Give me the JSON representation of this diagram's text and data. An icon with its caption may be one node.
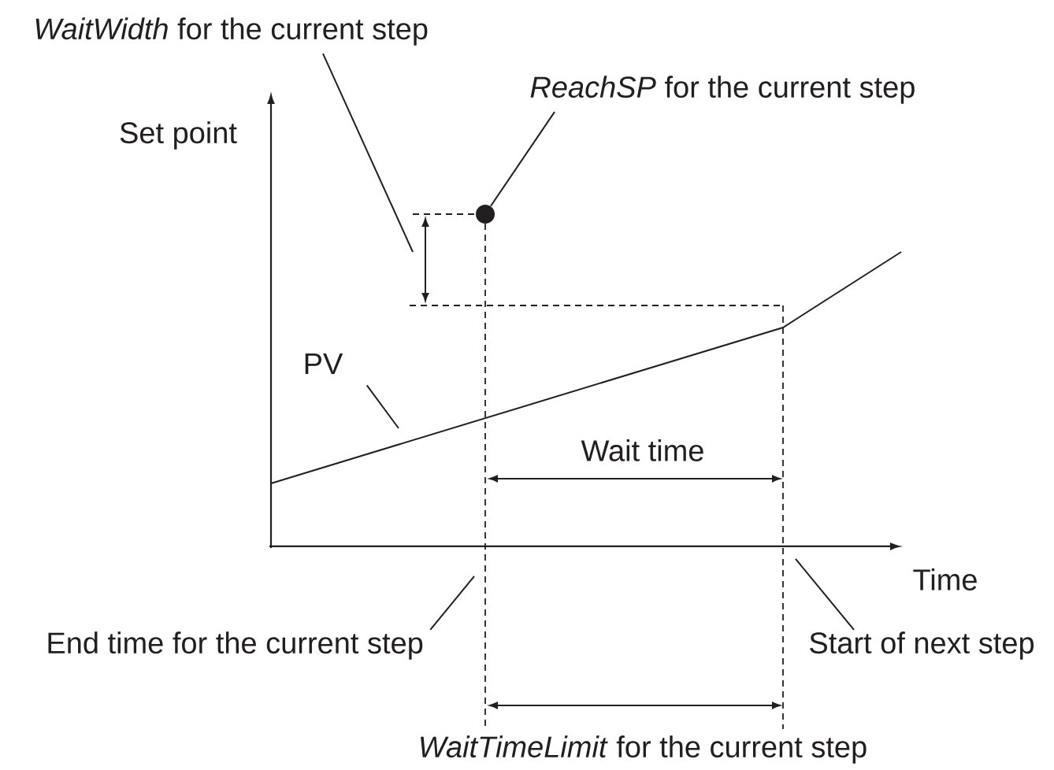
{
  "diagram": {
    "nodes": [
      {
        "text": [
          "*WaitWidth* for the current step"
        ]
      },
      {
        "text": [
          "*ReachSP* for the current step"
        ]
      },
      {
        "text": [],
        "shape": "circle"
      },
      {
        "text": [
          "PV"
        ]
      },
      {
        "text": [
          "End time for the current step"
        ]
      },
      {
        "text": [
          "Start of next step"
        ]
      }
    ],
    "edges": [
      {
        "from": 0,
        "to": null,
        "arrow": "none"
      },
      {
        "from": 1,
        "to": 2,
        "arrow": "none"
      },
      {
        "from": 3,
        "to": null,
        "arrow": "none"
      },
      {
        "from": 4,
        "to": null,
        "arrow": "none"
      },
      {
        "from": 5,
        "to": null,
        "arrow": "none"
      }
    ],
    "labels": [
      "Set point",
      "Wait time",
      "Time",
      "*WaitTimeLimit* for the current step"
    ]
  }
}
